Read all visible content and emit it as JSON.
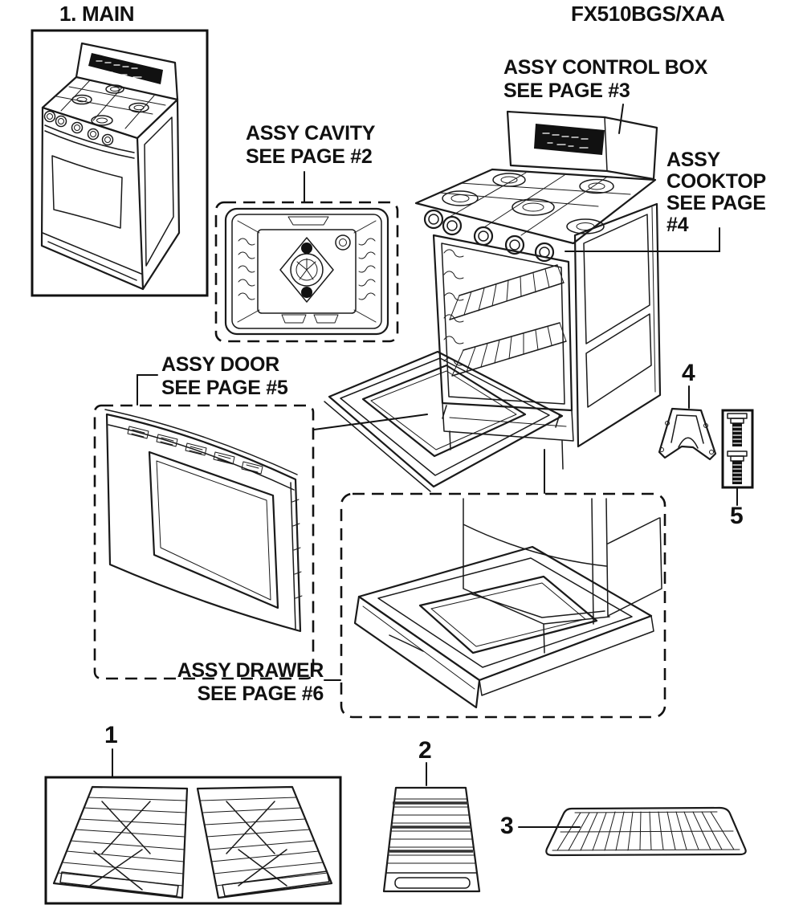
{
  "document": {
    "title": "1. MAIN",
    "model": "FX510BGS/XAA"
  },
  "callouts": {
    "cavity": {
      "lines": [
        "ASSY CAVITY",
        "SEE PAGE #2"
      ]
    },
    "control_box": {
      "lines": [
        "ASSY CONTROL BOX",
        "SEE PAGE #3"
      ]
    },
    "cooktop": {
      "lines": [
        "ASSY",
        "COOKTOP",
        "SEE PAGE",
        "#4"
      ]
    },
    "door": {
      "lines": [
        "ASSY DOOR",
        "SEE PAGE #5"
      ]
    },
    "drawer": {
      "lines": [
        "ASSY DRAWER",
        "SEE PAGE #6"
      ]
    }
  },
  "parts": [
    {
      "number": "1",
      "name": "cooktop-grates"
    },
    {
      "number": "2",
      "name": "griddle"
    },
    {
      "number": "3",
      "name": "oven-rack"
    },
    {
      "number": "4",
      "name": "anti-tip-bracket"
    },
    {
      "number": "5",
      "name": "mounting-bolts"
    }
  ],
  "colors": {
    "line": "#1a1a1a",
    "background": "#ffffff",
    "text": "#111111"
  }
}
